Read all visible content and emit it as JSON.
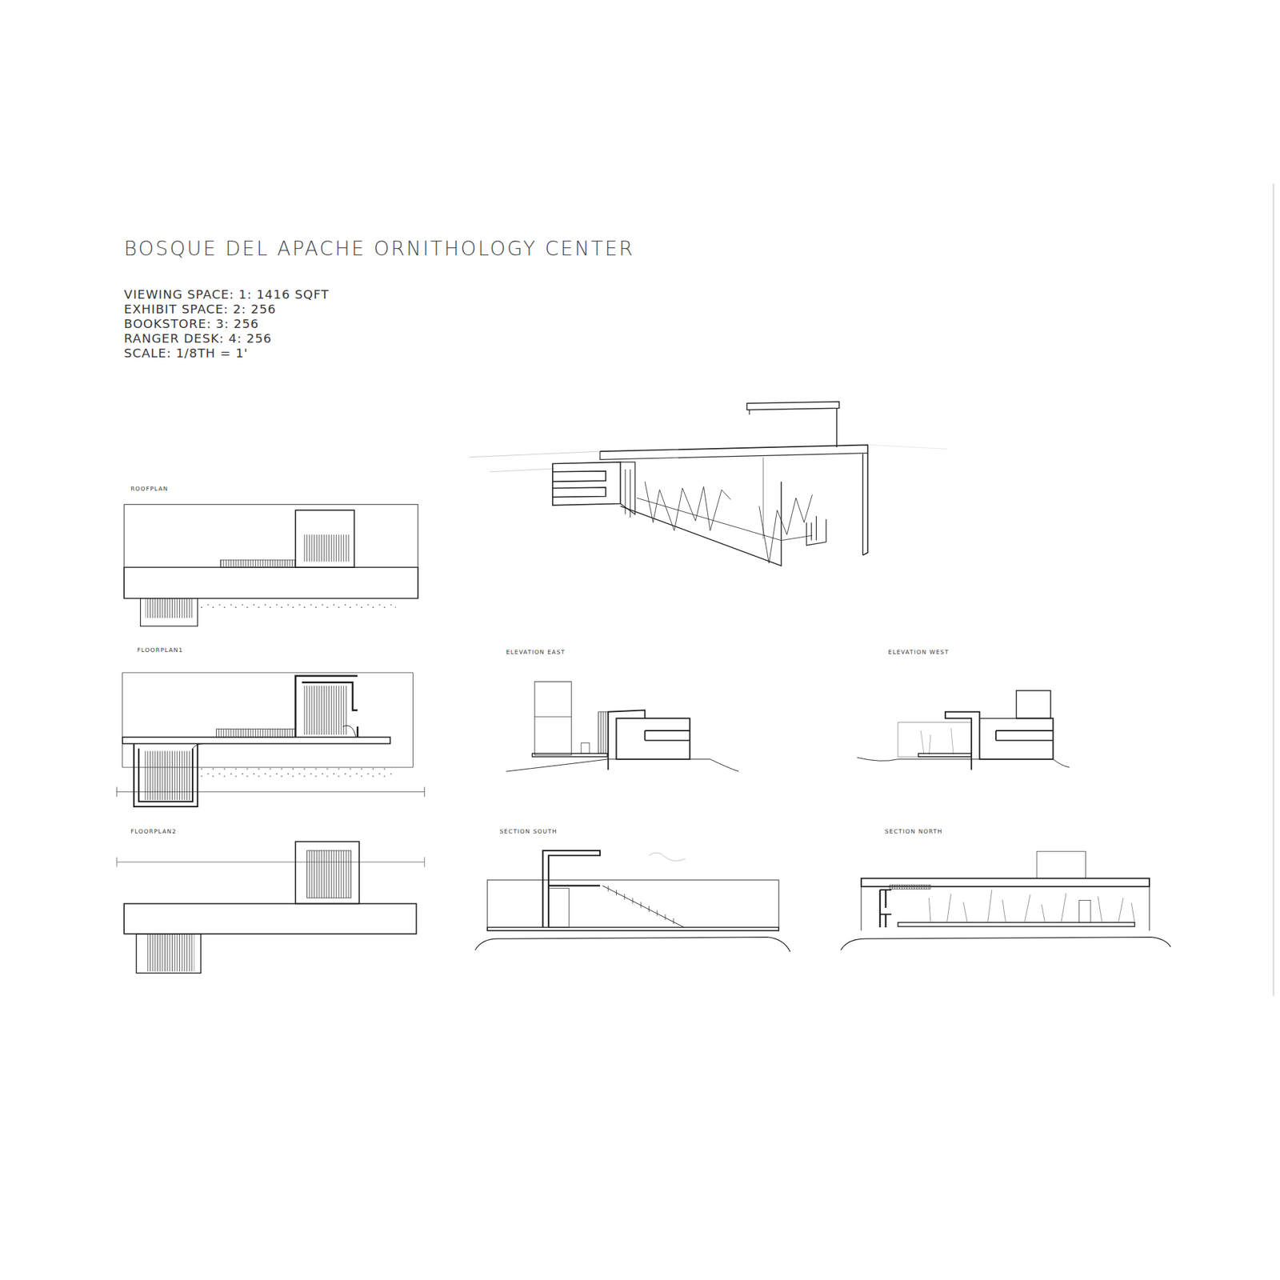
{
  "diagram": {
    "title": "BOSQUE DEL APACHE ORNITHOLOGY CENTER",
    "labels": [
      "VIEWING SPACE: 1: 1416 SQFT",
      "EXHIBIT SPACE: 2: 256",
      "BOOKSTORE: 3: 256",
      "RANGER DESK: 4: 256",
      "SCALE: 1/8TH = 1'",
      "ROOFPLAN",
      "FLOORPLAN1",
      "ELEVATION EAST",
      "ELEVATION WEST",
      "FLOORPLAN2",
      "SECTION SOUTH",
      "SECTION NORTH"
    ]
  }
}
